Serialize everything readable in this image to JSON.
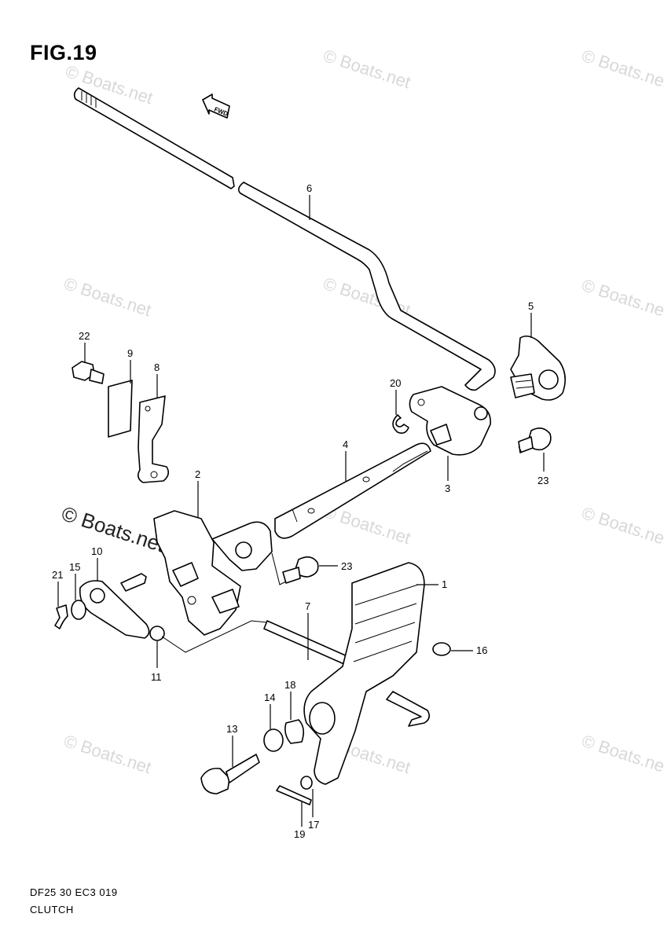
{
  "figure": {
    "title": "FIG.19",
    "code": "DF25 30 EC3  019",
    "name": "CLUTCH",
    "fwd_marker": "FWD"
  },
  "watermark": "© Boats.net",
  "callouts": [
    "1",
    "2",
    "3",
    "4",
    "5",
    "6",
    "7",
    "8",
    "9",
    "10",
    "11",
    "13",
    "14",
    "15",
    "16",
    "17",
    "18",
    "19",
    "20",
    "21",
    "22",
    "23",
    "23"
  ]
}
